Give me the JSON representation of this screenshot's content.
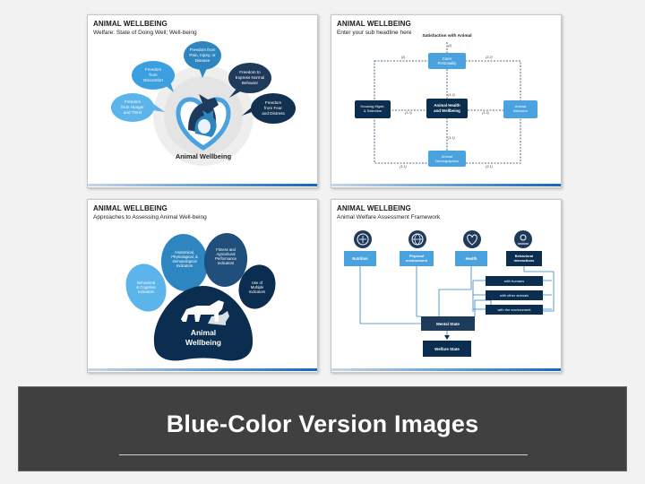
{
  "slides": [
    {
      "title": "ANIMAL WELLBEING",
      "subtitle": "Welfare: State of Doing Well; Well-being",
      "center_label": "Animal Wellbeing",
      "bubbles": [
        "Freedom from Pain, Injury, or Disease",
        "Freedom from Discomfort",
        "Freedom to Express Normal Behavior",
        "Freedom from Hunger and Thirst",
        "Freedom from Fear and Distress"
      ],
      "image_icon": "dog-cat-heart-icon"
    },
    {
      "title": "ANIMAL WELLBEING",
      "subtitle": "Enter your sub headline here",
      "heading": "Satisfaction with Animal",
      "boxes": {
        "care": "Carer Personality",
        "center": "Animal Health and Wellbeing",
        "housing": "Housing Mgmt. & Selection",
        "behavior": "Animal Behavior",
        "demo": "Animal Demographics"
      },
      "labels": [
        "(1)",
        "(2)",
        "(2.2)",
        "(1.2)",
        "(1.3)",
        "(1.3)",
        "(1.1)",
        "(1.1)",
        "(2.1)"
      ]
    },
    {
      "title": "ANIMAL WELLBEING",
      "subtitle": "Approaches to Assessing Animal Well-being",
      "pads": [
        "Behavioral & Cognitive Indicators",
        "Anatomical, Physiological, & Immunological Indicators",
        "Fitness and Agricultural Performance Indicators",
        "Use of Multiple Indicators"
      ],
      "center_label": "Animal Wellbeing"
    },
    {
      "title": "ANIMAL WELLBEING",
      "subtitle": "Animal Welfare Assessment Framework",
      "categories": [
        "Nutrition",
        "Physical environment",
        "Health",
        "Behavioral interactions"
      ],
      "icons": [
        "nutrition-icon",
        "environment-icon",
        "health-heart-icon",
        "interaction-icon"
      ],
      "interactions": [
        "with humans",
        "with other animals",
        "with the environment"
      ],
      "mental_state": "Mental State",
      "welfare_state": "Welfare State"
    }
  ],
  "banner_text": "Blue-Color Version Images",
  "colors": {
    "light_blue": "#4aa3df",
    "dark_blue": "#1f3b5c",
    "navy": "#0b2d4f",
    "mid_blue": "#2e86c1"
  }
}
